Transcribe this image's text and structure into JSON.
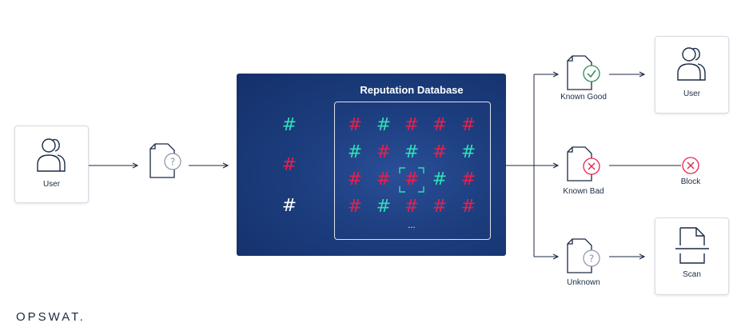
{
  "diagram": {
    "source_user": {
      "label": "User",
      "icon": "user-icon"
    },
    "database": {
      "title": "Reputation Database",
      "ellipsis": "...",
      "input_hashes": [
        {
          "symbol": "#",
          "color": "#2fe0b8"
        },
        {
          "symbol": "#",
          "color": "#e8204a"
        },
        {
          "symbol": "#",
          "color": "#ffffff"
        }
      ],
      "grid": [
        [
          "#",
          "#",
          "#",
          "#",
          "#"
        ],
        [
          "#",
          "#",
          "#",
          "#",
          "#"
        ],
        [
          "#",
          "#",
          "#",
          "#",
          "#"
        ],
        [
          "#",
          "#",
          "#",
          "#",
          "#"
        ]
      ],
      "grid_colors": [
        [
          "#e8204a",
          "#2fe0b8",
          "#e8204a",
          "#e8204a",
          "#e8204a"
        ],
        [
          "#2fe0b8",
          "#e8204a",
          "#2fe0b8",
          "#e8204a",
          "#2fe0b8"
        ],
        [
          "#e8204a",
          "#e8204a",
          "#e8204a",
          "#2fe0b8",
          "#e8204a"
        ],
        [
          "#e8204a",
          "#2fe0b8",
          "#e8204a",
          "#e8204a",
          "#e8204a"
        ]
      ]
    },
    "outcomes": {
      "known_good": {
        "label": "Known Good",
        "icon": "file-check-icon",
        "target": "User",
        "target_icon": "user-icon"
      },
      "known_bad": {
        "label": "Known Bad",
        "icon": "file-x-icon",
        "target": "Block",
        "target_icon": "block-x-icon"
      },
      "unknown": {
        "label": "Unknown",
        "icon": "file-question-icon",
        "target": "Scan",
        "target_icon": "scan-icon"
      }
    },
    "brand": "OPSWAT."
  },
  "colors": {
    "navy": "#1b2a45",
    "teal": "#2fe0b8",
    "red": "#e8204a",
    "green": "#2e8a57",
    "panel": "#1c3d7e"
  }
}
